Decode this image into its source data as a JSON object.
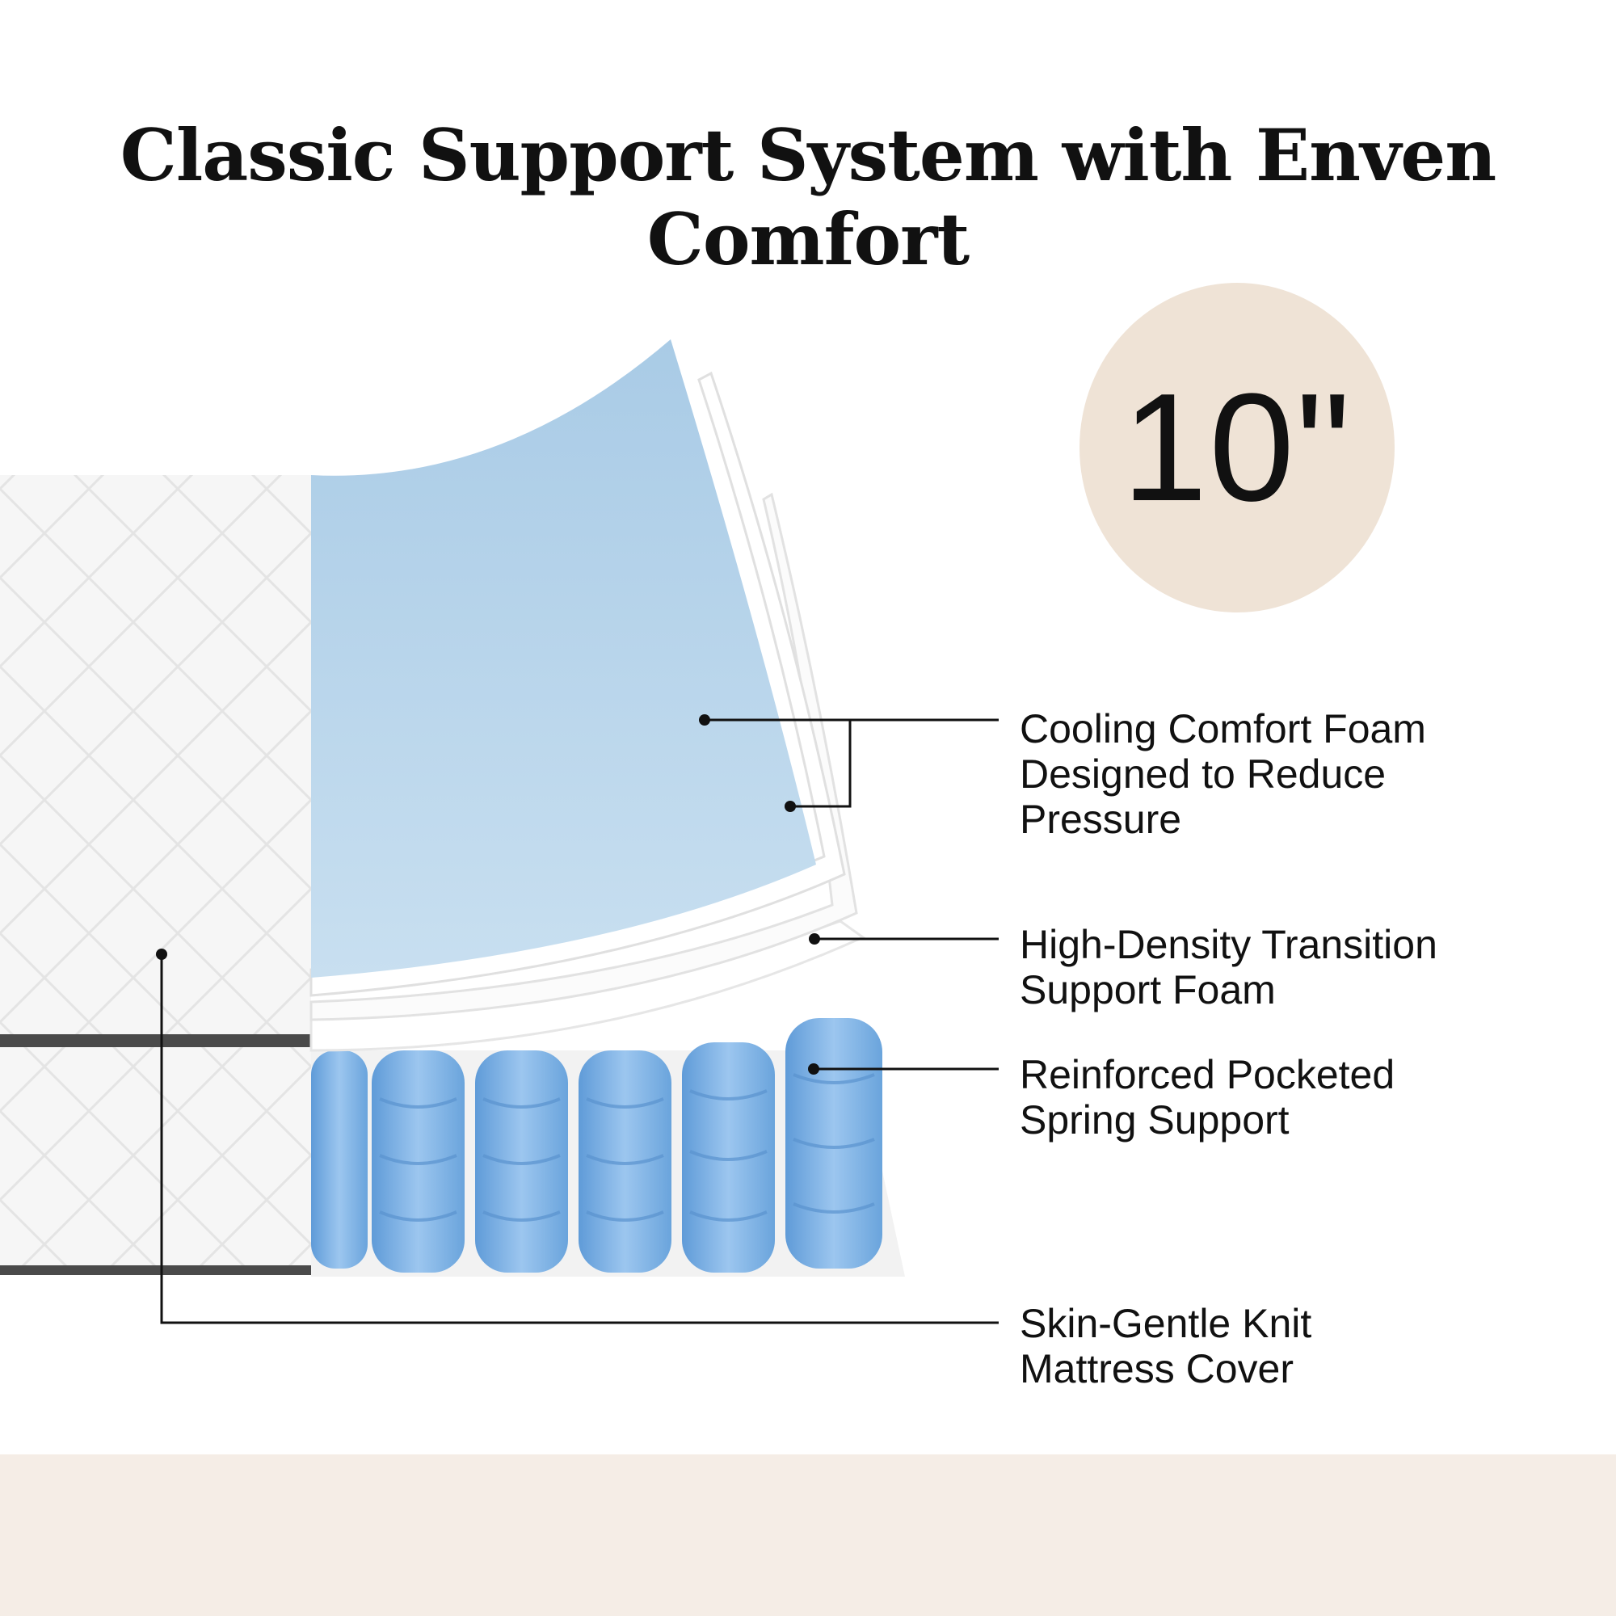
{
  "title": "Classic Support System with Enven Comfort",
  "badge": {
    "text": "10\"",
    "color": "#efe3d6"
  },
  "callouts": [
    {
      "text": "Cooling Comfort Foam\nDesigned to Reduce\nPressure"
    },
    {
      "text": "High-Density Transition\nSupport Foam"
    },
    {
      "text": "Reinforced Pocketed\nSpring Support"
    },
    {
      "text": "Skin-Gentle Knit\nMattress Cover"
    }
  ],
  "colors": {
    "gel_foam": "#b7d4ea",
    "spring": "#7fb3e6",
    "cover": "#f4f4f4",
    "trim": "#4a4a4a",
    "footer": "#f5ede6",
    "line": "#111111"
  }
}
